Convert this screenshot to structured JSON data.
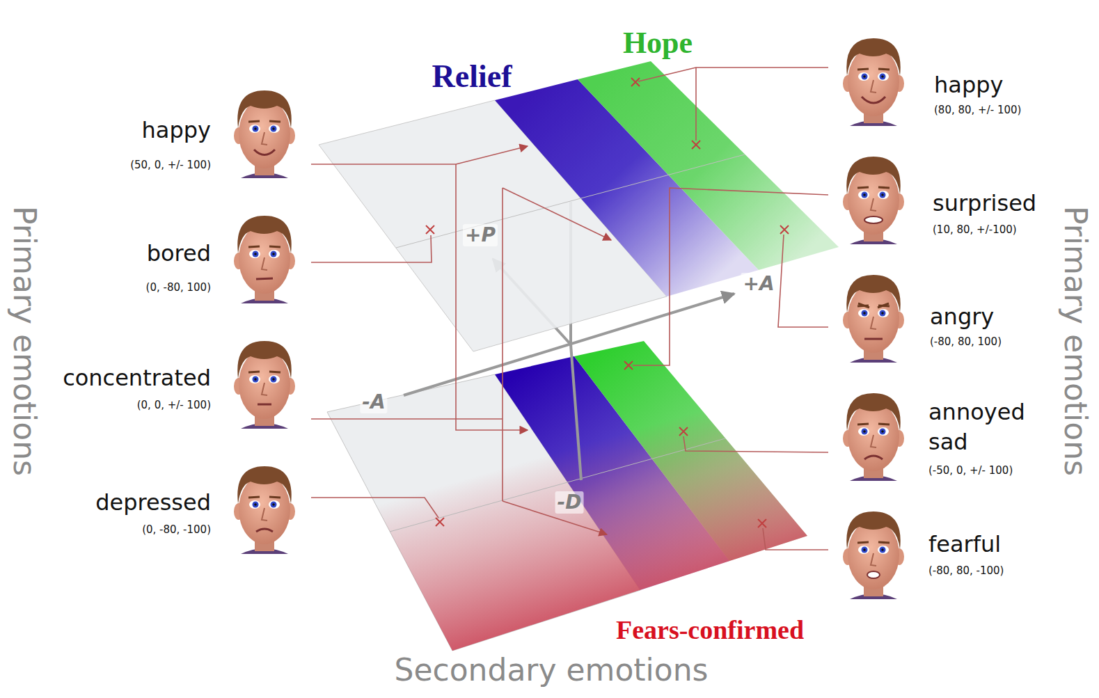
{
  "diagram": {
    "labels": [
      "Relief",
      "Hope",
      "happy",
      "(50, 0, +/- 100)",
      "bored",
      "(0, -80, 100)",
      "concentrated",
      "(0, 0, +/- 100)",
      "depressed",
      "(0, -80, -100)",
      "happy",
      "(80, 80, +/- 100)",
      "surprised",
      "(10, 80, +/-100)",
      "angry",
      "(-80, 80, 100)",
      "annoyed sad",
      "(-50, 0, +/- 100)",
      "fearful",
      "(-80, 80, -100)",
      "Fears-confirmed",
      "Primary emotions",
      "Primary emotions",
      "Secondary emotions",
      "+P",
      "-A",
      "+A",
      "-D"
    ]
  }
}
